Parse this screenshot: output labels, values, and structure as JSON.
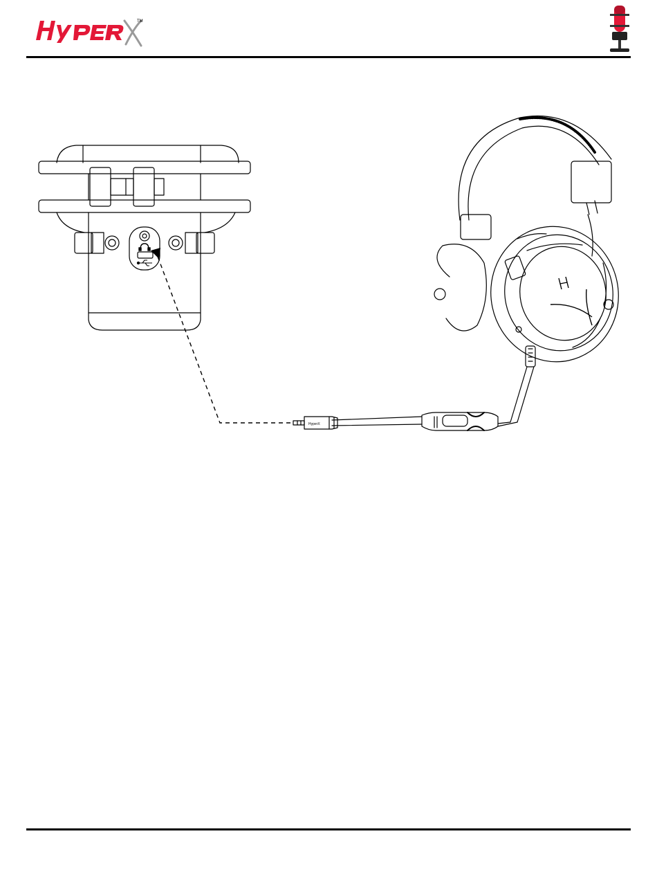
{
  "header": {
    "brand_wordmark": "HyperX",
    "trademark": "TM"
  },
  "colors": {
    "brand_red": "#e31837",
    "ink": "#000000",
    "paper": "#ffffff"
  },
  "figure": {
    "icons": [
      "headphone-icon",
      "usb-icon"
    ],
    "cable_wordmark": "HyperX"
  }
}
